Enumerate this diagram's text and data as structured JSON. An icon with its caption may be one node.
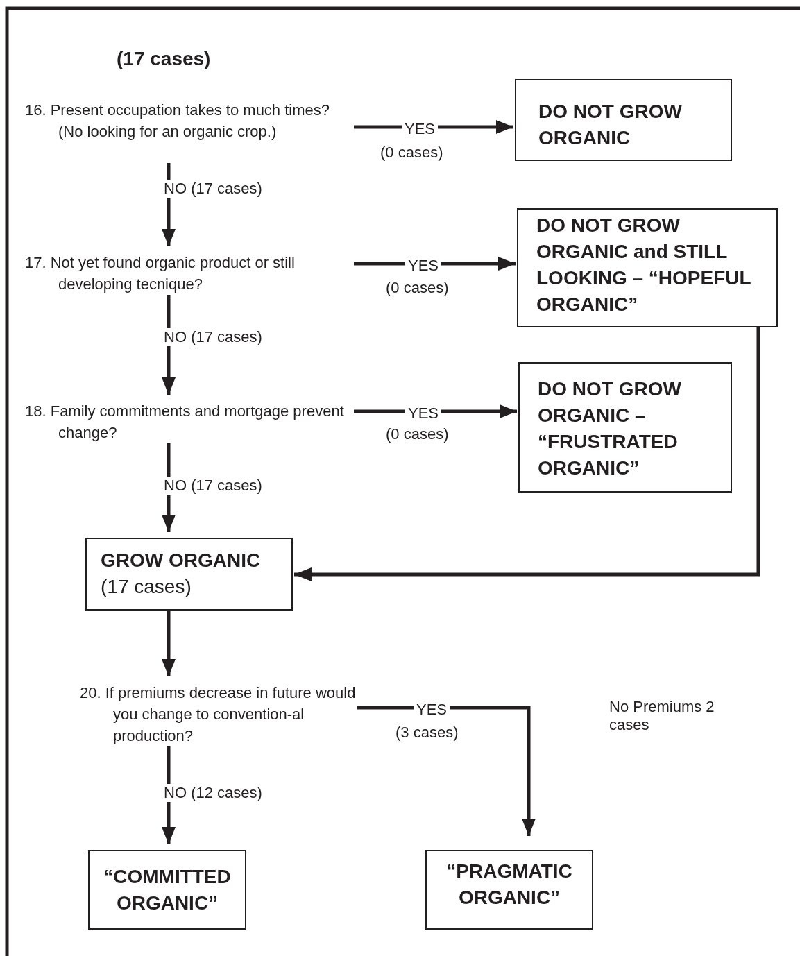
{
  "diagram": {
    "nodes": [
      {
        "text": [
          "16. Present occupation takes to much times? (No looking for an organic crop.)"
        ]
      },
      {
        "text": [
          "DO NOT GROW ORGANIC"
        ]
      },
      {
        "text": [
          "17. Not yet found organic product or still developing tecnique?"
        ]
      },
      {
        "text": [
          "DO NOT GROW ORGANIC and STILL LOOKING – “HOPEFUL ORGANIC”"
        ]
      },
      {
        "text": [
          "18. Family commitments and mortgage prevent change?"
        ]
      },
      {
        "text": [
          "DO NOT GROW ORGANIC – “FRUSTRATED ORGANIC”"
        ]
      },
      {
        "text": [
          "GROW ORGANIC",
          "(17 cases)"
        ]
      },
      {
        "text": [
          "20. If premiums decrease in future would you change to convention-al production?"
        ]
      },
      {
        "text": [
          "“COMMITTED ORGANIC”"
        ]
      },
      {
        "text": [
          "“PRAGMATIC ORGANIC”"
        ]
      }
    ],
    "edges": [
      {
        "from": 0,
        "to": 1,
        "arrow": "to",
        "label": "YES"
      },
      {
        "from": 0,
        "to": 2,
        "arrow": "to",
        "label": "NO (17 cases)"
      },
      {
        "from": 2,
        "to": 3,
        "arrow": "to",
        "label": "YES"
      },
      {
        "from": 2,
        "to": 4,
        "arrow": "to",
        "label": "NO (17 cases)"
      },
      {
        "from": 4,
        "to": 5,
        "arrow": "to",
        "label": "YES"
      },
      {
        "from": 4,
        "to": 6,
        "arrow": "to",
        "label": "NO (17 cases)"
      },
      {
        "from": 3,
        "to": 6,
        "arrow": "to"
      },
      {
        "from": 6,
        "to": 7,
        "arrow": "to"
      },
      {
        "from": 7,
        "to": 8,
        "arrow": "to",
        "label": "NO (12 cases)"
      },
      {
        "from": 7,
        "to": 9,
        "arrow": "to",
        "label": "YES"
      }
    ],
    "labels": [
      "(17 cases)",
      "(0 cases)",
      "(0 cases)",
      "(0 cases)",
      "(3 cases)",
      "No Premiums 2 cases"
    ]
  }
}
